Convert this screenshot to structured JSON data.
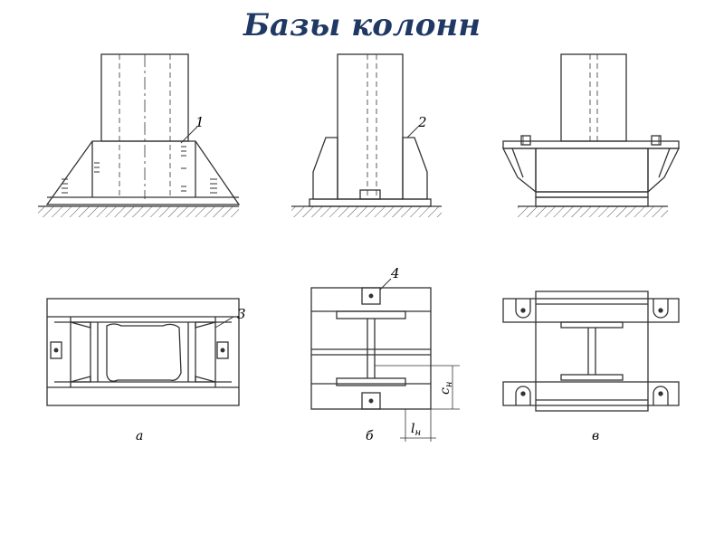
{
  "title": "Базы колонн",
  "callouts": [
    "1",
    "2",
    "3",
    "4"
  ],
  "captions": [
    "а",
    "б",
    "в"
  ],
  "dimensions": {
    "c_main": "c",
    "c_sub": "н",
    "l_main": "l",
    "l_sub": "н"
  }
}
